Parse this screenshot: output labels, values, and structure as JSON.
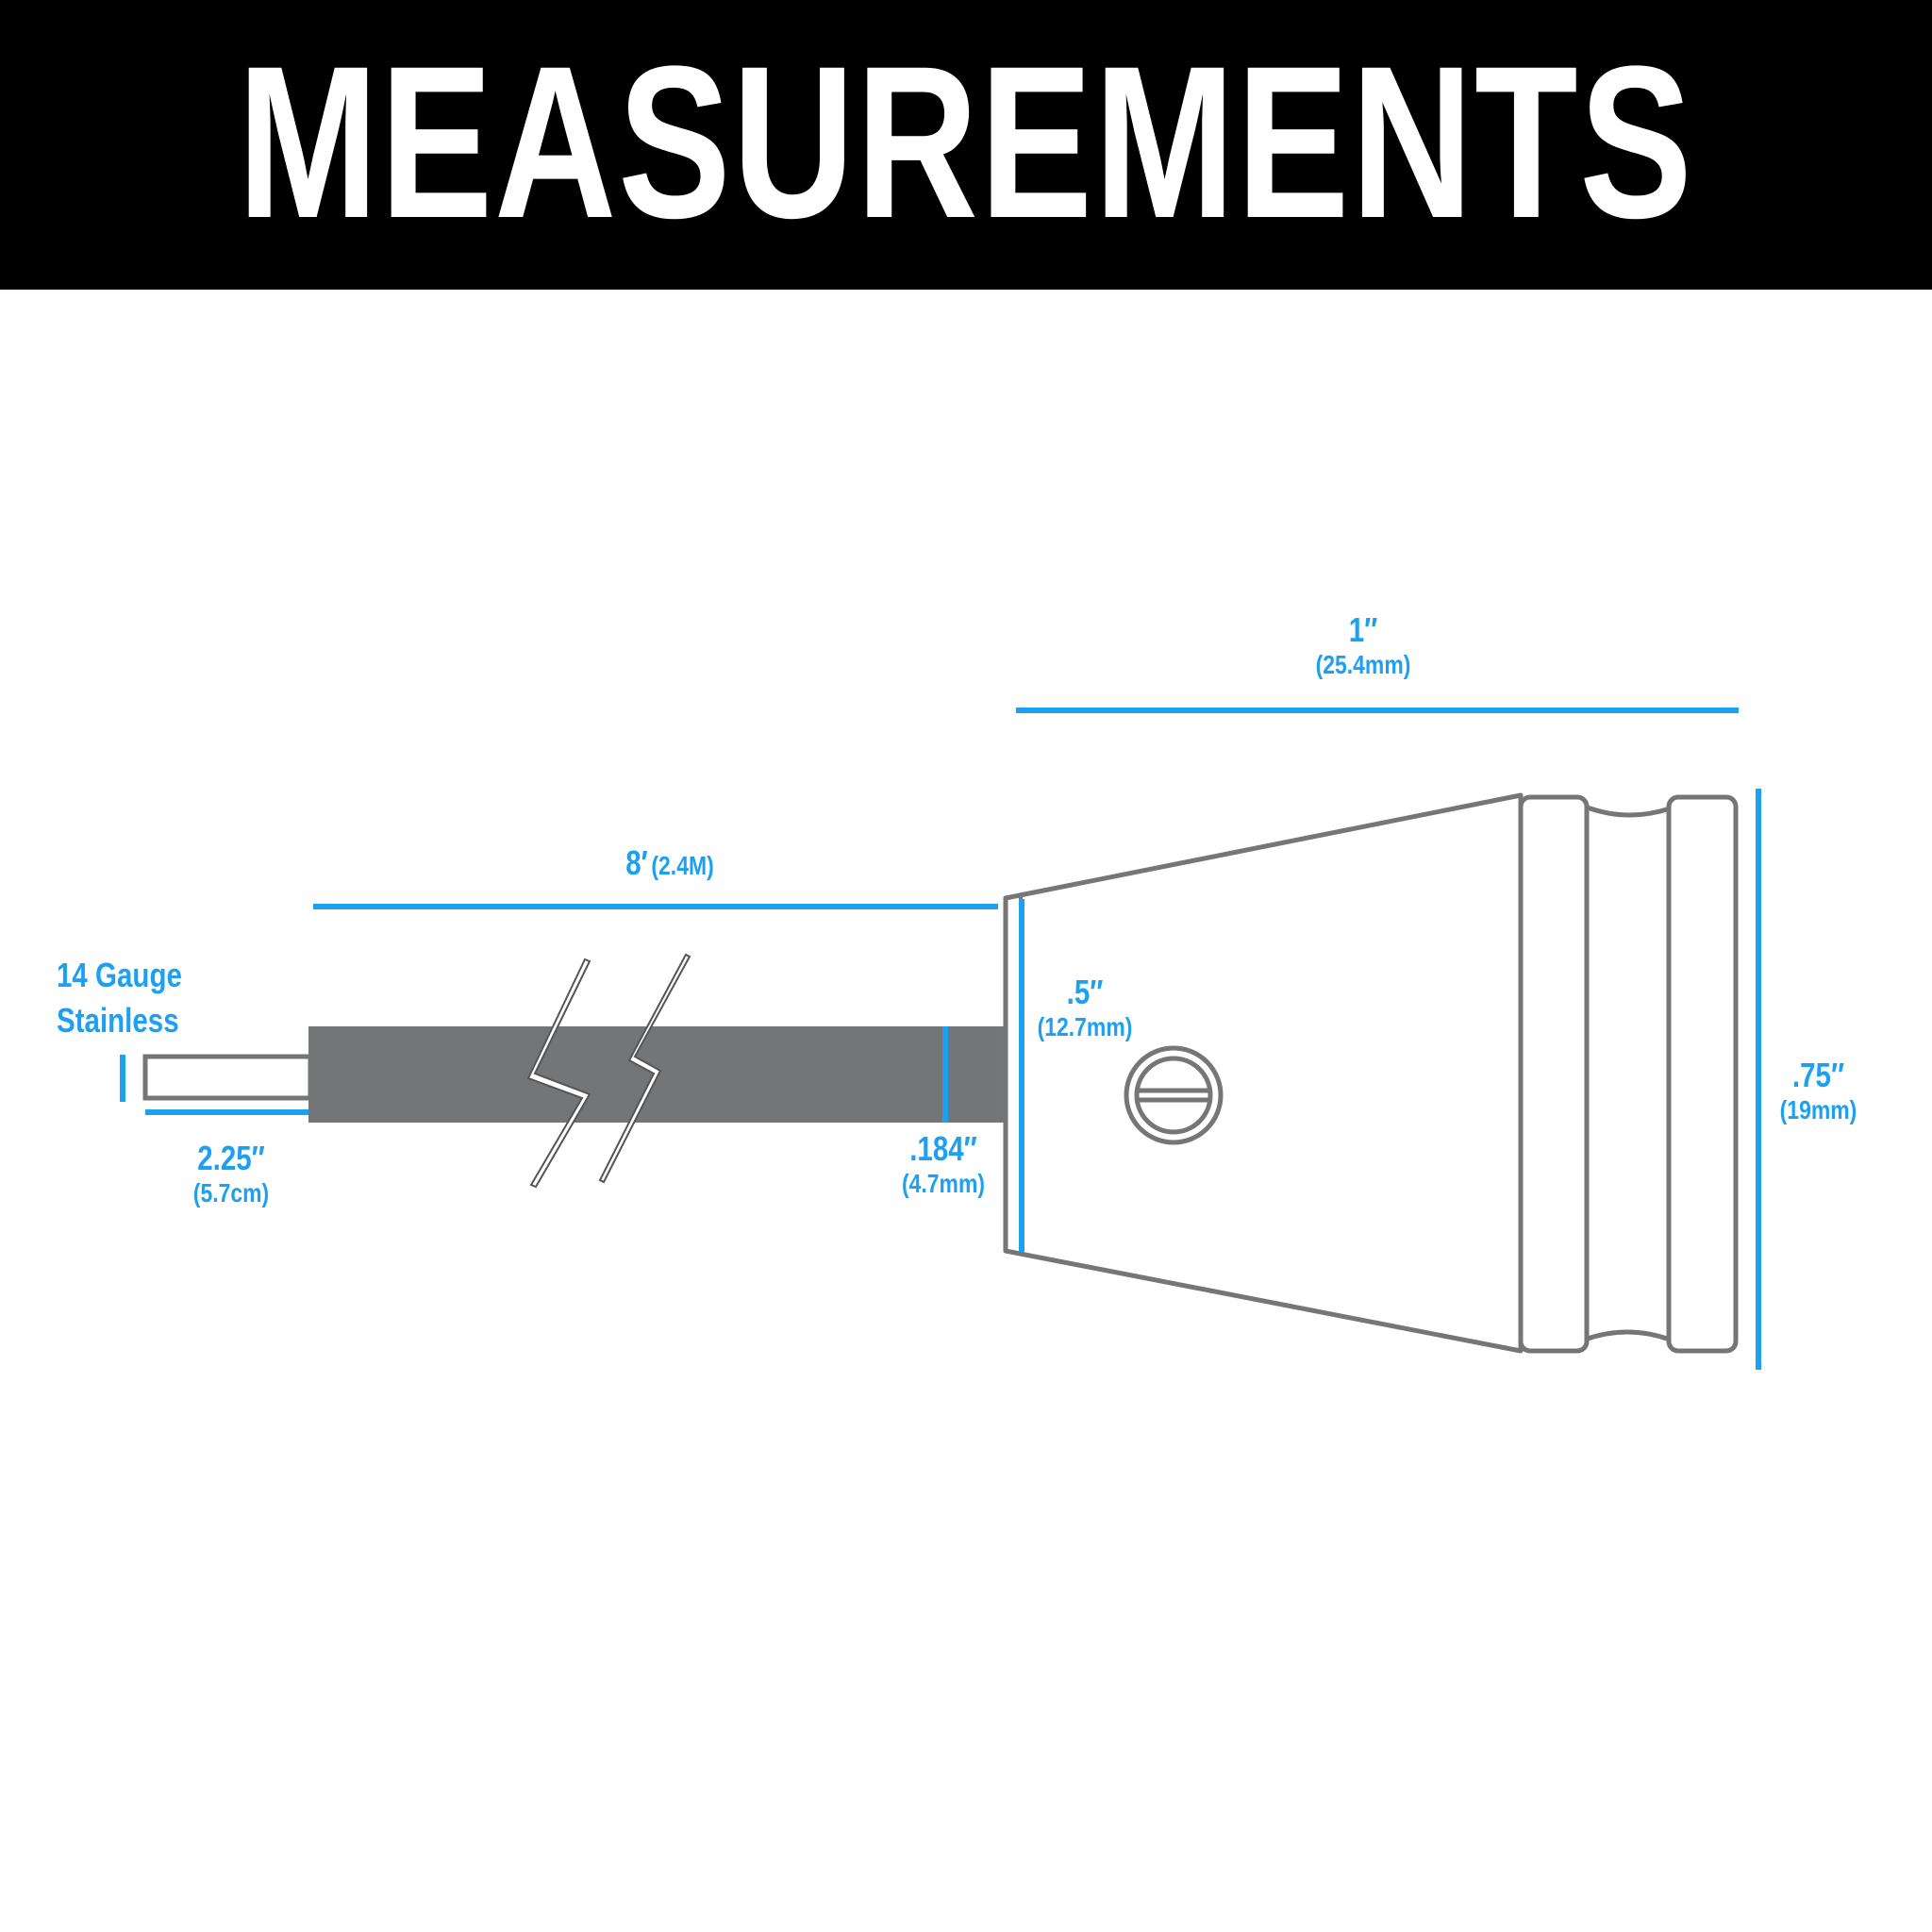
{
  "header": {
    "title": "MEASUREMENTS"
  },
  "colors": {
    "accent": "#1ea0f0",
    "outline": "#767676",
    "cable": "#747576",
    "banner": "#000000"
  },
  "labels": {
    "wire": {
      "line1": "14 Gauge",
      "line2": "Stainless"
    },
    "wire_length": {
      "imperial": "2.25″",
      "metric": "(5.7cm)"
    },
    "cable_length": {
      "imperial": "8′",
      "metric": "(2.4M)"
    },
    "cable_diameter": {
      "imperial": ".184″",
      "metric": "(4.7mm)"
    },
    "nose_diameter": {
      "imperial": ".5″",
      "metric": "(12.7mm)"
    },
    "body_length": {
      "imperial": "1″",
      "metric": "(25.4mm)"
    },
    "body_diameter": {
      "imperial": ".75″",
      "metric": "(19mm)"
    }
  },
  "icons": {
    "screw": "slotted-screw-icon",
    "break": "cable-break-icon"
  }
}
